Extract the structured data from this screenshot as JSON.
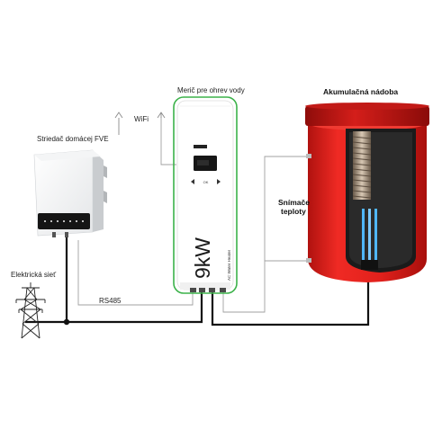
{
  "labels": {
    "meter": "Merič pre ohrev vody",
    "wifi": "WiFi",
    "inverter": "Striedač domácej FVE",
    "tank": "Akumulačná nádoba",
    "sensors_line1": "Snímače",
    "sensors_line2": "teploty",
    "grid": "Elektrická sieť",
    "rs485": "RS485"
  },
  "device": {
    "power": "9kW",
    "subtitle": "AC Water Heater",
    "ok_key": "OK"
  },
  "colors": {
    "tank_red": "#e5201c",
    "device_outline": "#3cb24a",
    "cable_black": "#111111",
    "signal_gray": "#9a9a9a"
  },
  "icons": [
    "antenna-icon",
    "power-tower-icon"
  ]
}
